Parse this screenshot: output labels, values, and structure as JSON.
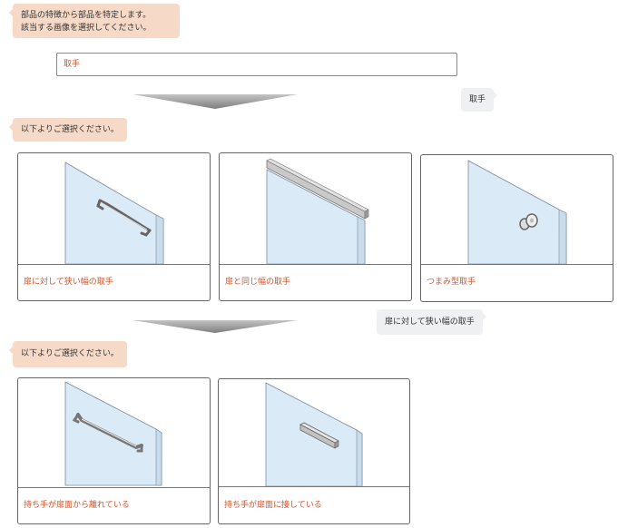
{
  "prompt1": {
    "line1": "部品の特徴から部品を特定します。",
    "line2": "該当する画像を選択してください。"
  },
  "search": {
    "value": "取手"
  },
  "reply1": "取手",
  "prompt2": "以下よりご選択ください。",
  "options1": [
    {
      "label": "扉に対して狭い幅の取手",
      "icon": "door-narrow-handle-icon"
    },
    {
      "label": "扉と同じ幅の取手",
      "icon": "door-full-width-handle-icon"
    },
    {
      "label": "つまみ型取手",
      "icon": "door-knob-icon"
    }
  ],
  "reply2": "扉に対して狭い幅の取手",
  "prompt3": "以下よりご選択ください。",
  "options2": [
    {
      "label": "持ち手が扉面から離れている",
      "icon": "door-bar-handle-icon"
    },
    {
      "label": "持ち手が扉面に接している",
      "icon": "door-flush-handle-icon"
    }
  ],
  "colors": {
    "accent": "#d4542a",
    "bubble_bot": "#f6d9c6",
    "bubble_user": "#eef0f2"
  }
}
